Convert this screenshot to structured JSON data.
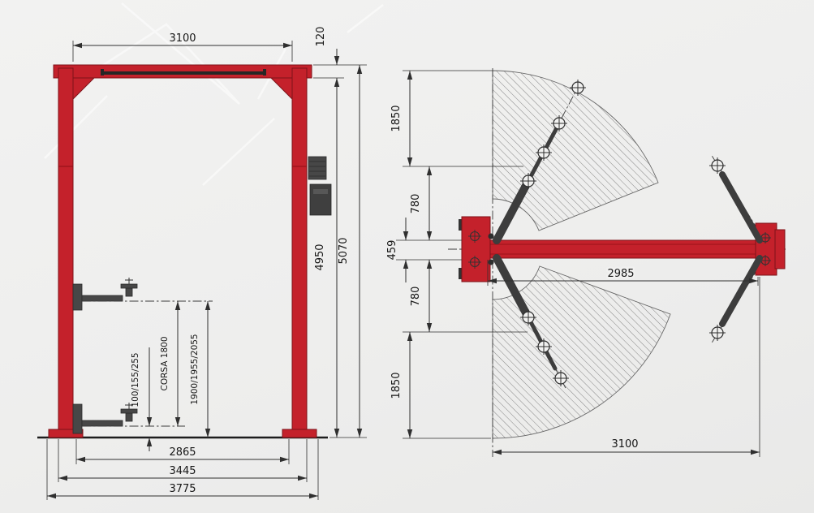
{
  "colors": {
    "accent_red": "#c4212b",
    "line": "#2f2f2f",
    "background": "#f0f0ef"
  },
  "front_view": {
    "dim_top_width": "3100",
    "dim_beam_height": "120",
    "dim_column_height": "4950",
    "dim_total_height": "5070",
    "dim_max_pad_height": "1900/1955/2055",
    "dim_stroke": "CORSA 1800",
    "dim_min_pad_height": "100/155/255",
    "dim_inner_width": "2865",
    "dim_outer_width": "3445",
    "dim_overall_width": "3775"
  },
  "plan_view": {
    "dim_swing_radius_top": "1850",
    "dim_arm_offset_top": "780",
    "dim_frame_depth": "459",
    "dim_arm_offset_bottom": "780",
    "dim_swing_radius_bottom": "1850",
    "dim_carriage_span": "2985",
    "dim_drive_width": "3100"
  }
}
